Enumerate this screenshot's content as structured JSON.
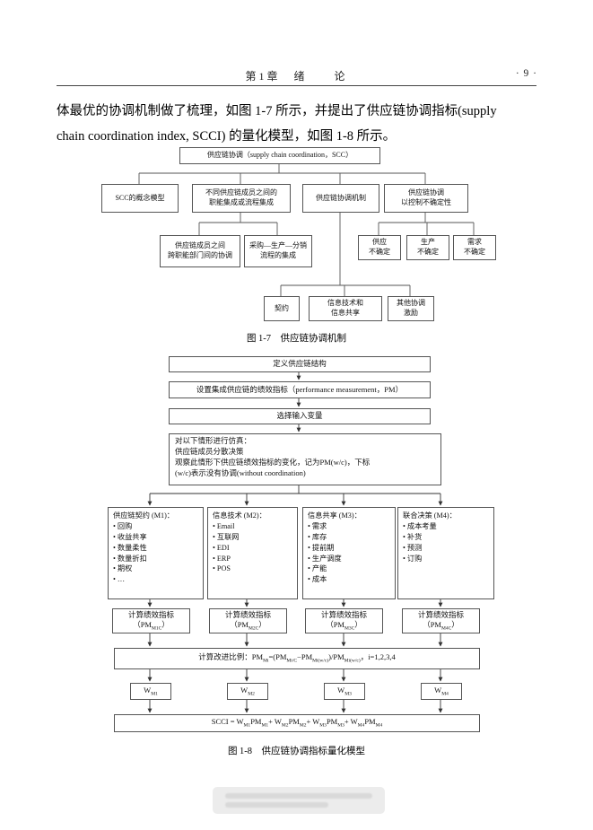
{
  "header": {
    "chapter_title": "第1章　绪　　论",
    "page_number": "· 9 ·"
  },
  "paragraph": {
    "line1": "体最优的协调机制做了梳理，如图 1-7 所示，并提出了供应链协调指标(supply",
    "line2": "chain coordination index, SCCI) 的量化模型，如图 1-8 所示。"
  },
  "fig7": {
    "caption": "图 1-7　供应链协调机制",
    "root": "供应链协调（supply chain coordination，SCC）",
    "concept": "SCC的概念模型",
    "integration": [
      "不同供应链成员之间的",
      "职能集成或流程集成"
    ],
    "mechanism": "供应链协调机制",
    "control": [
      "供应链协调",
      "以控制不确定性"
    ],
    "crossfunc": [
      "供应链成员之间",
      "跨职能部门间的协调"
    ],
    "process": [
      "采购—生产—分销",
      "流程的集成"
    ],
    "supply": [
      "供应",
      "不确定"
    ],
    "production": [
      "生产",
      "不确定"
    ],
    "demand": [
      "需求",
      "不确定"
    ],
    "contract": "契约",
    "infotech": [
      "信息技术和",
      "信息共享"
    ],
    "other": [
      "其他协调",
      "激励"
    ]
  },
  "fig8": {
    "caption": "图 1-8　供应链协调指标量化模型",
    "step1": "定义供应链结构",
    "step2": "设置集成供应链的绩效指标（performance measurement，PM）",
    "step3": "选择输入变量",
    "step4": [
      "对以下情形进行仿真：",
      "供应链成员分散决策",
      "观察此情形下供应链绩效指标的变化，记为PM(w/c)，下标",
      "(w/c)表示没有协调(without coordination)"
    ],
    "branches": [
      {
        "title": "供应链契约 (M1)：",
        "items": [
          "回购",
          "收益共享",
          "数量柔性",
          "数量折扣",
          "期权",
          "…"
        ]
      },
      {
        "title": "信息技术 (M2)：",
        "items": [
          "Email",
          "互联网",
          "EDI",
          "ERP",
          "POS"
        ]
      },
      {
        "title": "信息共享 (M3)：",
        "items": [
          "需求",
          "库存",
          "提前期",
          "生产调度",
          "产能",
          "成本"
        ]
      },
      {
        "title": "联合决策 (M4)：",
        "items": [
          "成本考量",
          "补货",
          "预测",
          "订购"
        ]
      }
    ],
    "calc_label": "计算绩效指标",
    "calc_pm": [
      {
        "pre": "（PM",
        "sub": "M1C",
        "post": "）"
      },
      {
        "pre": "（PM",
        "sub": "M2C",
        "post": "）"
      },
      {
        "pre": "（PM",
        "sub": "M3C",
        "post": "）"
      },
      {
        "pre": "（PM",
        "sub": "M4C",
        "post": "）"
      }
    ],
    "ratio": {
      "t0": "计算改进比例：PM",
      "s0": "Mi",
      "t1": "=(PM",
      "s1": "Mi/C",
      "t2": "−PM",
      "s2": "Mi(w/c)",
      "t3": ")/PM",
      "s3": "Mi(w/c)",
      "t4": "，i=1,2,3,4"
    },
    "weights": [
      {
        "pre": "W",
        "sub": "M1"
      },
      {
        "pre": "W",
        "sub": "M2"
      },
      {
        "pre": "W",
        "sub": "M3"
      },
      {
        "pre": "W",
        "sub": "M4"
      }
    ],
    "scci": {
      "t0": "SCCI = W",
      "s0": "M1",
      "t1": "PM",
      "s1": "M1",
      "t2": "+ W",
      "s2": "M2",
      "t3": "PM",
      "s3": "M2",
      "t4": "+ W",
      "s4": "M3",
      "t5": "PM",
      "s5": "M3",
      "t6": "+ W",
      "s6": "M4",
      "t7": "PM",
      "s7": "M4"
    }
  }
}
